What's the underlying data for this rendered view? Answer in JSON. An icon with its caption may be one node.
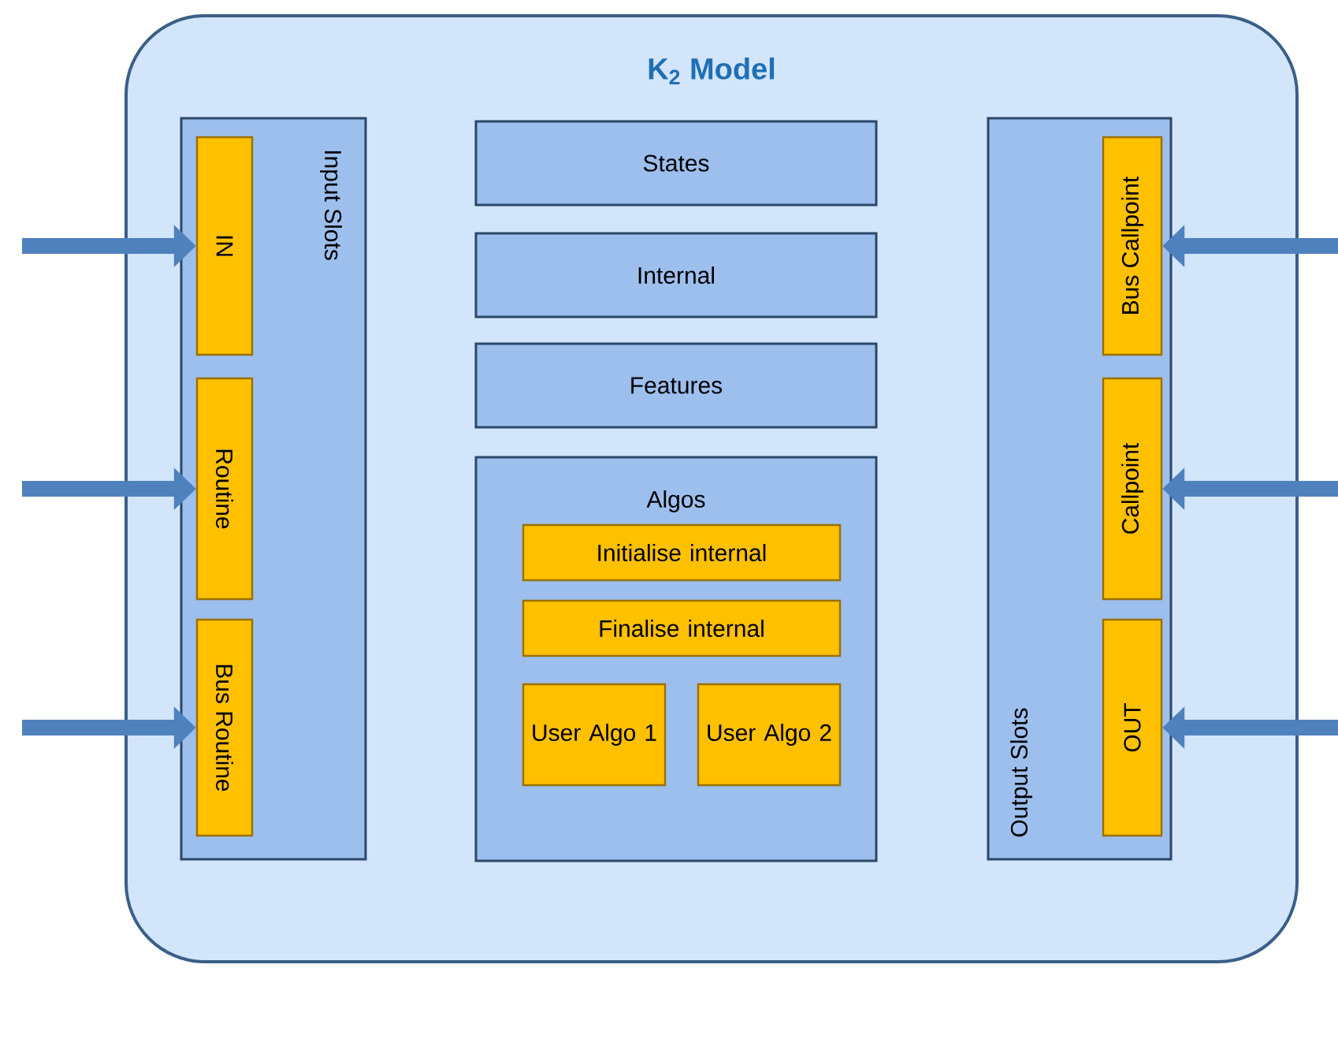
{
  "diagram": {
    "nodes": [
      {
        "text": [
          "K$_{2}$ Model"
        ]
      },
      {
        "text": [
          "Input Slots"
        ],
        "in": 0
      },
      {
        "text": [
          "IN"
        ],
        "in": 1
      },
      {
        "text": [
          "Routine"
        ],
        "in": 1
      },
      {
        "text": [
          "Bus Routine"
        ],
        "in": 1
      },
      {
        "text": [
          "States"
        ],
        "in": 0
      },
      {
        "text": [
          "Internal"
        ],
        "in": 0
      },
      {
        "text": [
          "Features"
        ],
        "in": 0
      },
      {
        "text": [
          "Algos"
        ],
        "in": 0
      },
      {
        "text": [
          "Initialise internal"
        ],
        "in": 8
      },
      {
        "text": [
          "Finalise internal"
        ],
        "in": 8
      },
      {
        "text": [
          "User Algo 1"
        ],
        "in": 8
      },
      {
        "text": [
          "User Algo 2"
        ],
        "in": 8
      },
      {
        "text": [
          "Output Slots"
        ],
        "in": 0
      },
      {
        "text": [
          "Bus Callpoint"
        ],
        "in": 13
      },
      {
        "text": [
          "Callpoint"
        ],
        "in": 13
      },
      {
        "text": [
          "OUT"
        ],
        "in": 13
      }
    ],
    "edges": [
      {
        "from": null,
        "to": 2,
        "arrow": "to"
      },
      {
        "from": null,
        "to": 3,
        "arrow": "to"
      },
      {
        "from": null,
        "to": 4,
        "arrow": "to"
      },
      {
        "from": null,
        "to": 14,
        "arrow": "to"
      },
      {
        "from": null,
        "to": 15,
        "arrow": "to"
      },
      {
        "from": null,
        "to": 16,
        "arrow": "to"
      }
    ]
  }
}
